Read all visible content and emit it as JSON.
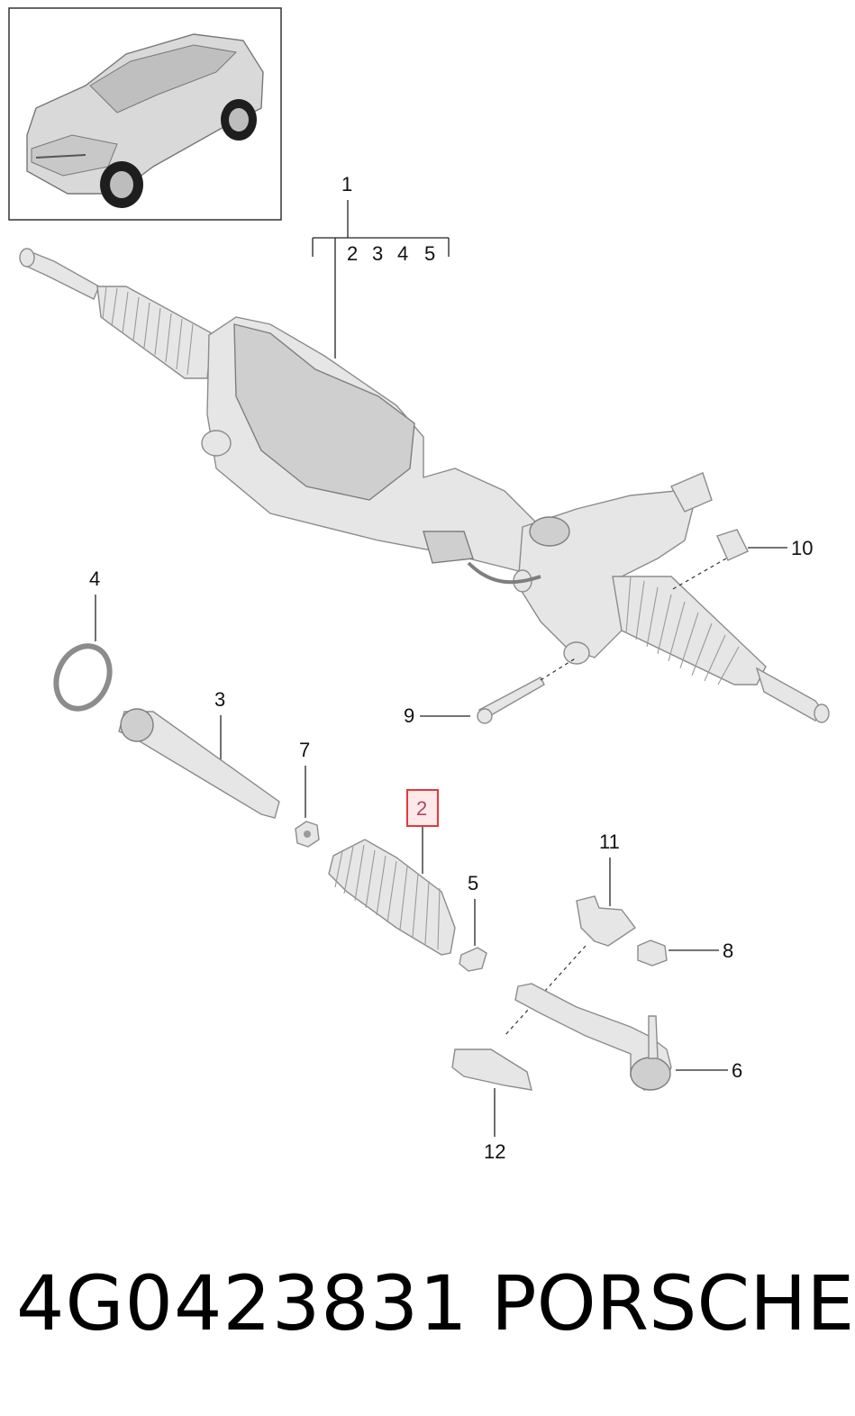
{
  "callouts": {
    "c1": "1",
    "c1_sub": [
      "2",
      "3",
      "4",
      "5"
    ],
    "c2": "2",
    "c3": "3",
    "c4": "4",
    "c5": "5",
    "c6": "6",
    "c7": "7",
    "c8": "8",
    "c9": "9",
    "c10": "10",
    "c11": "11",
    "c12": "12"
  },
  "highlighted_callout": "2",
  "highlight_color": "#e23a3a",
  "highlight_fill": "#fde8ea",
  "footer": {
    "part_number": "4G0423831",
    "brand": "PORSCHE"
  }
}
